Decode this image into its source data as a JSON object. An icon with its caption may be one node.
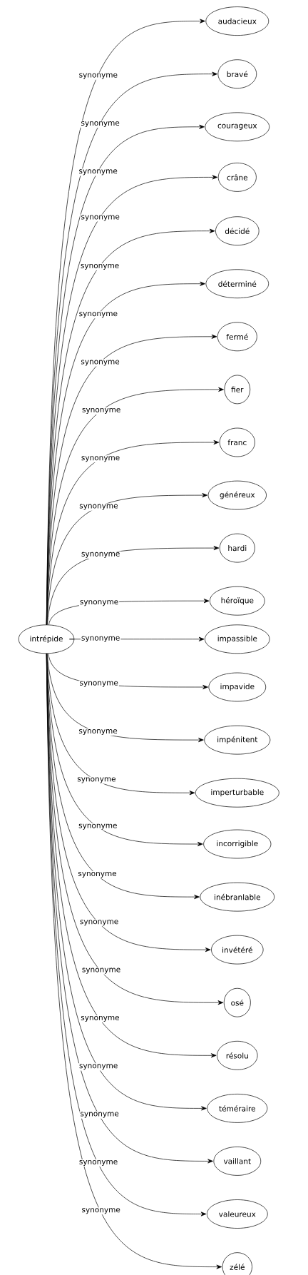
{
  "diagram": {
    "nodes": [
      {
        "text": [
          "intrépide"
        ]
      },
      {
        "text": [
          "audacieux"
        ]
      },
      {
        "text": [
          "bravé"
        ]
      },
      {
        "text": [
          "courageux"
        ]
      },
      {
        "text": [
          "crâne"
        ]
      },
      {
        "text": [
          "décidé"
        ]
      },
      {
        "text": [
          "déterminé"
        ]
      },
      {
        "text": [
          "fermé"
        ]
      },
      {
        "text": [
          "fier"
        ]
      },
      {
        "text": [
          "franc"
        ]
      },
      {
        "text": [
          "généreux"
        ]
      },
      {
        "text": [
          "hardi"
        ]
      },
      {
        "text": [
          "héroïque"
        ]
      },
      {
        "text": [
          "impassible"
        ]
      },
      {
        "text": [
          "impavide"
        ]
      },
      {
        "text": [
          "impénitent"
        ]
      },
      {
        "text": [
          "imperturbable"
        ]
      },
      {
        "text": [
          "incorrigible"
        ]
      },
      {
        "text": [
          "inébranlable"
        ]
      },
      {
        "text": [
          "invétéré"
        ]
      },
      {
        "text": [
          "osé"
        ]
      },
      {
        "text": [
          "résolu"
        ]
      },
      {
        "text": [
          "téméraire"
        ]
      },
      {
        "text": [
          "vaillant"
        ]
      },
      {
        "text": [
          "valeureux"
        ]
      },
      {
        "text": [
          "zélé"
        ]
      }
    ],
    "edges": [
      {
        "from": 0,
        "to": 1,
        "arrow": "to",
        "label": "synonyme"
      },
      {
        "from": 0,
        "to": 2,
        "arrow": "to",
        "label": "synonyme"
      },
      {
        "from": 0,
        "to": 3,
        "arrow": "to",
        "label": "synonyme"
      },
      {
        "from": 0,
        "to": 4,
        "arrow": "to",
        "label": "synonyme"
      },
      {
        "from": 0,
        "to": 5,
        "arrow": "to",
        "label": "synonyme"
      },
      {
        "from": 0,
        "to": 6,
        "arrow": "to",
        "label": "synonyme"
      },
      {
        "from": 0,
        "to": 7,
        "arrow": "to",
        "label": "synonyme"
      },
      {
        "from": 0,
        "to": 8,
        "arrow": "to",
        "label": "synonyme"
      },
      {
        "from": 0,
        "to": 9,
        "arrow": "to",
        "label": "synonyme"
      },
      {
        "from": 0,
        "to": 10,
        "arrow": "to",
        "label": "synonyme"
      },
      {
        "from": 0,
        "to": 11,
        "arrow": "to",
        "label": "synonyme"
      },
      {
        "from": 0,
        "to": 12,
        "arrow": "to",
        "label": "synonyme"
      },
      {
        "from": 0,
        "to": 13,
        "arrow": "to",
        "label": "synonyme"
      },
      {
        "from": 0,
        "to": 14,
        "arrow": "to",
        "label": "synonyme"
      },
      {
        "from": 0,
        "to": 15,
        "arrow": "to",
        "label": "synonyme"
      },
      {
        "from": 0,
        "to": 16,
        "arrow": "to",
        "label": "synonyme"
      },
      {
        "from": 0,
        "to": 17,
        "arrow": "to",
        "label": "synonyme"
      },
      {
        "from": 0,
        "to": 18,
        "arrow": "to",
        "label": "synonyme"
      },
      {
        "from": 0,
        "to": 19,
        "arrow": "to",
        "label": "synonyme"
      },
      {
        "from": 0,
        "to": 20,
        "arrow": "to",
        "label": "synonyme"
      },
      {
        "from": 0,
        "to": 21,
        "arrow": "to",
        "label": "synonyme"
      },
      {
        "from": 0,
        "to": 22,
        "arrow": "to",
        "label": "synonyme"
      },
      {
        "from": 0,
        "to": 23,
        "arrow": "to",
        "label": "synonyme"
      },
      {
        "from": 0,
        "to": 24,
        "arrow": "to",
        "label": "synonyme"
      },
      {
        "from": 0,
        "to": 25,
        "arrow": "to",
        "label": "synonyme"
      }
    ]
  }
}
